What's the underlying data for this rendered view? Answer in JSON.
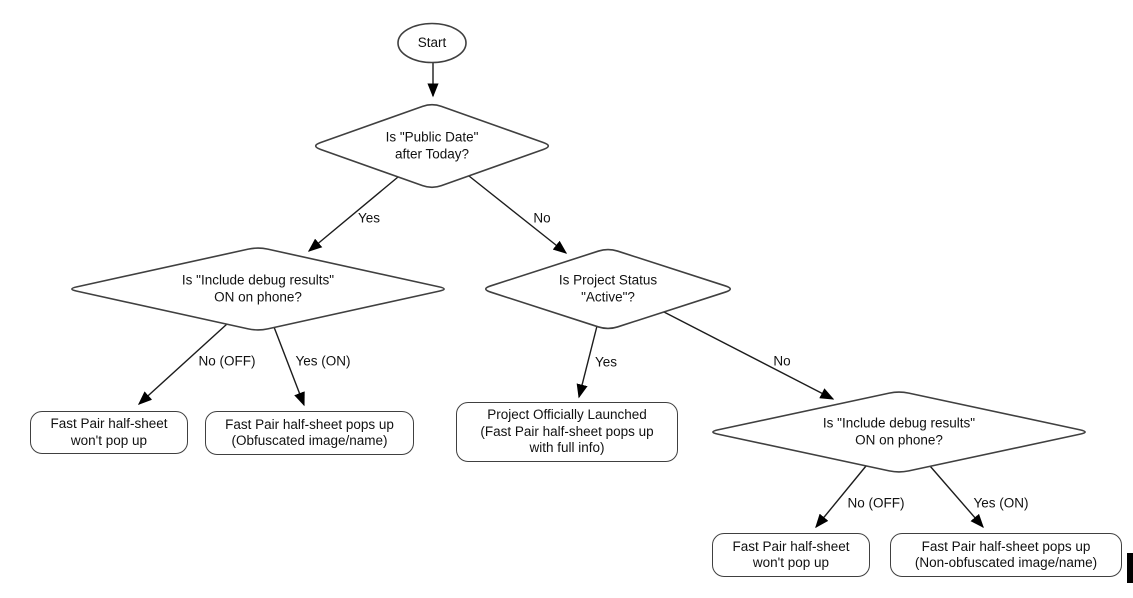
{
  "diagram": {
    "type": "flowchart",
    "nodes": {
      "start": {
        "label": "Start"
      },
      "decision_public_date": {
        "label": "Is \"Public Date\"\nafter Today?"
      },
      "decision_debug_left": {
        "label": "Is \"Include debug results\"\nON on phone?"
      },
      "decision_project_status": {
        "label": "Is Project Status\n\"Active\"?"
      },
      "decision_debug_right": {
        "label": "Is \"Include debug results\"\nON on phone?"
      },
      "result_no_popup_left": {
        "label": "Fast Pair half-sheet\nwon't pop up"
      },
      "result_obfuscated": {
        "label": "Fast Pair half-sheet pops up\n(Obfuscated image/name)"
      },
      "result_launched": {
        "label": "Project Officially Launched\n(Fast Pair half-sheet pops up\nwith full info)"
      },
      "result_no_popup_right": {
        "label": "Fast Pair half-sheet\nwon't pop up"
      },
      "result_non_obfuscated": {
        "label": "Fast Pair half-sheet pops up\n(Non-obfuscated image/name)"
      }
    },
    "edge_labels": {
      "yes_top": "Yes",
      "no_top": "No",
      "no_off_left": "No (OFF)",
      "yes_on_left": "Yes (ON)",
      "yes_mid": "Yes",
      "no_mid": "No",
      "no_off_right": "No (OFF)",
      "yes_on_right": "Yes (ON)"
    },
    "colors": {
      "background": "#ffffff",
      "shape_stroke": "#404040",
      "arrow": "#000000",
      "text": "#111111"
    }
  }
}
